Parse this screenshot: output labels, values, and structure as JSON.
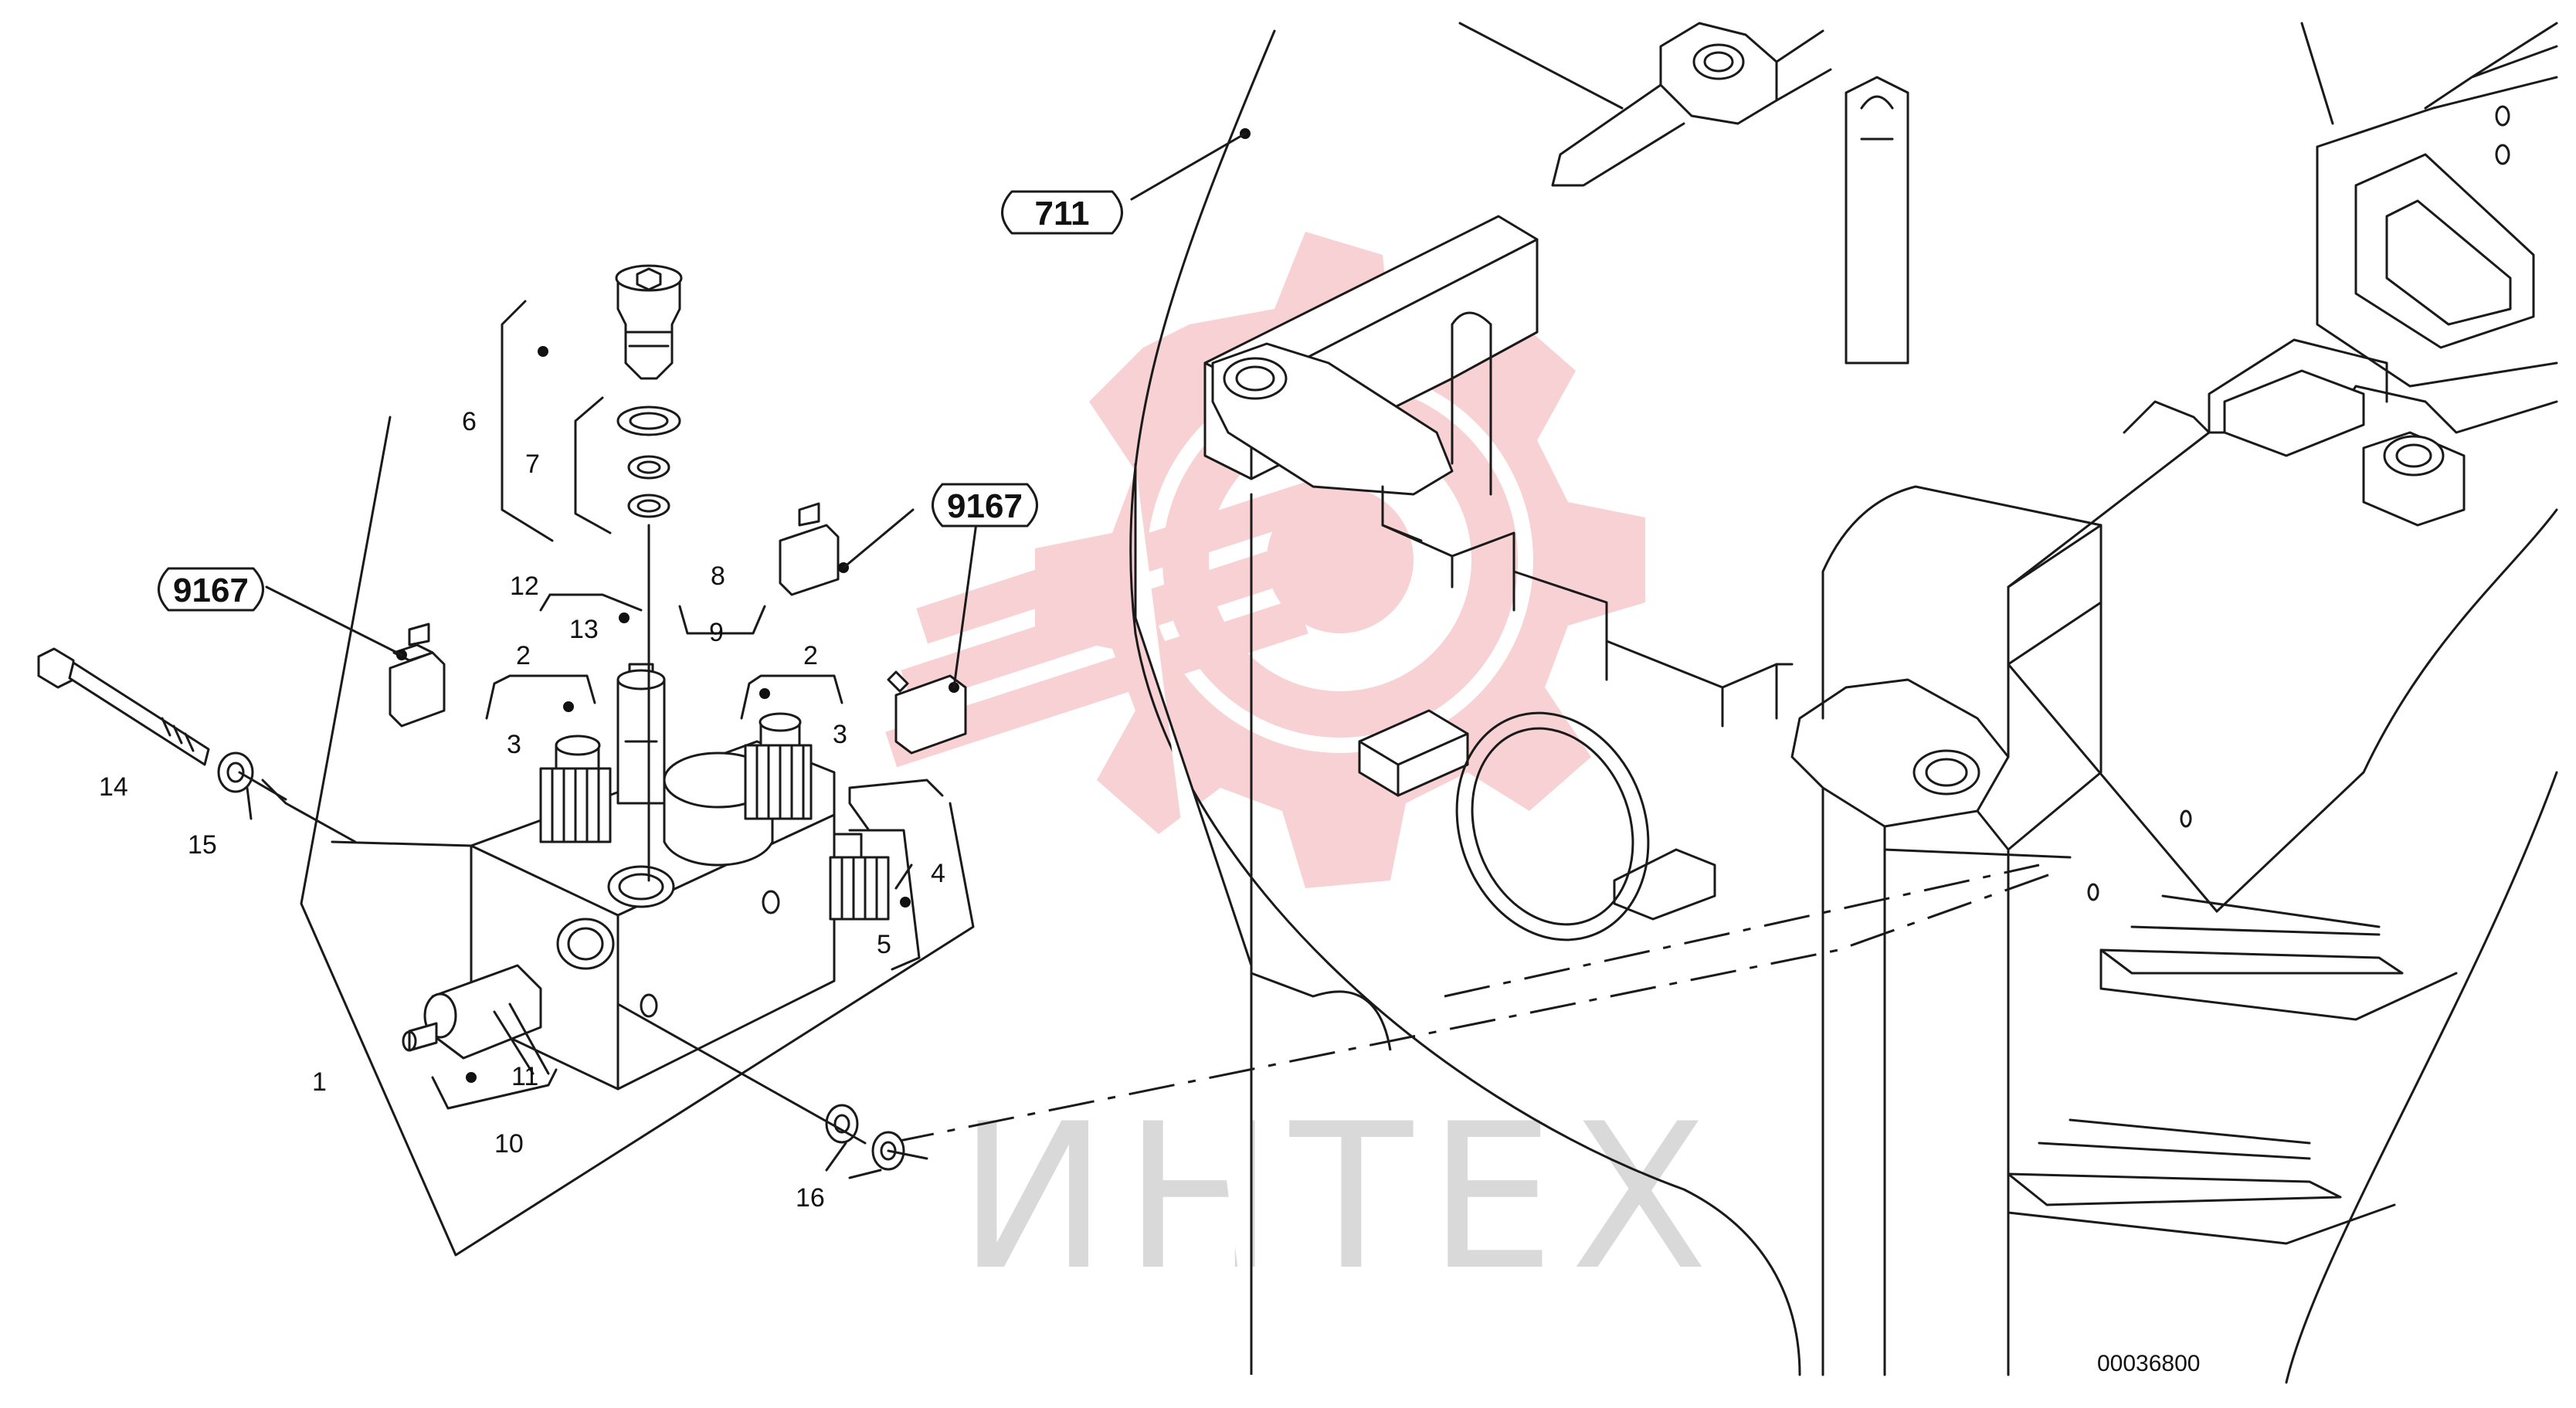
{
  "diagram": {
    "callouts": [
      {
        "id": "c711",
        "text": "711"
      },
      {
        "id": "c9167a",
        "text": "9167"
      },
      {
        "id": "c9167b",
        "text": "9167"
      }
    ],
    "labels": [
      {
        "id": "l1",
        "text": "1"
      },
      {
        "id": "l2a",
        "text": "2"
      },
      {
        "id": "l2b",
        "text": "2"
      },
      {
        "id": "l3a",
        "text": "3"
      },
      {
        "id": "l3b",
        "text": "3"
      },
      {
        "id": "l4",
        "text": "4"
      },
      {
        "id": "l5",
        "text": "5"
      },
      {
        "id": "l6",
        "text": "6"
      },
      {
        "id": "l7",
        "text": "7"
      },
      {
        "id": "l8",
        "text": "8"
      },
      {
        "id": "l9",
        "text": "9"
      },
      {
        "id": "l10",
        "text": "10"
      },
      {
        "id": "l11",
        "text": "11"
      },
      {
        "id": "l12",
        "text": "12"
      },
      {
        "id": "l13",
        "text": "13"
      },
      {
        "id": "l14",
        "text": "14"
      },
      {
        "id": "l15",
        "text": "15"
      },
      {
        "id": "l16",
        "text": "16"
      }
    ],
    "drawing_number": "00036800",
    "watermark_text": "ИНТЕХ",
    "colors": {
      "line": "#1a1a1a",
      "watermark_logo": "#f6c9cc",
      "watermark_text": "#d9d9d9"
    }
  }
}
